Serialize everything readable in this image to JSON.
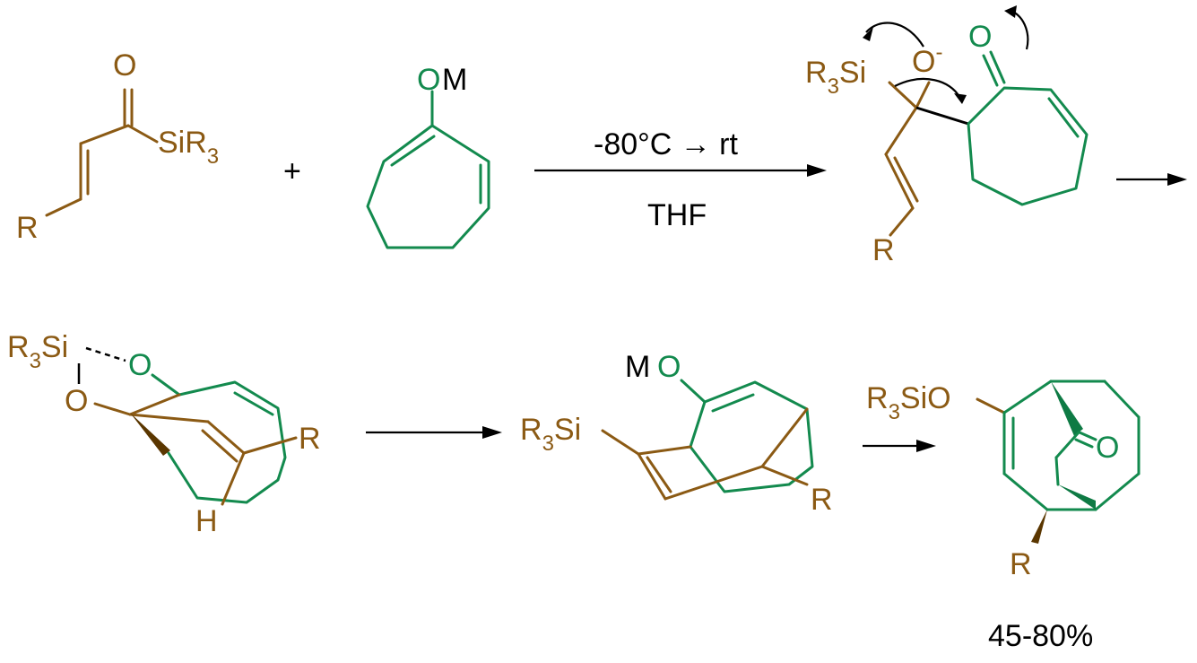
{
  "colors": {
    "reagent": "#8B5A14",
    "enolate": "#138A4E",
    "arrows": "#000000"
  },
  "reactant_1": {
    "carbonyl_o": "O",
    "silyl": "SiR",
    "silyl_sub": "3",
    "r_group": "R"
  },
  "plus_sign": "+",
  "reactant_2": {
    "enolate_o": "O",
    "enolate_m": "M"
  },
  "step_1": {
    "conditions_top": "-80°C → rt",
    "conditions_bottom": "THF"
  },
  "intermediate_1": {
    "silyl_r": "R",
    "silyl_sub": "3",
    "silyl_si": "Si",
    "alkoxide_o": "O",
    "alkoxide_charge": "-",
    "ketone_o": "O",
    "r_group": "R"
  },
  "intermediate_2": {
    "silyl_r": "R",
    "silyl_sub": "3",
    "silyl_si": "Si",
    "oxygen_1": "O",
    "oxygen_2": "O",
    "hydrogen": "H",
    "r_group": "R"
  },
  "intermediate_3": {
    "metal": "M",
    "enolate_o": "O",
    "silyl_r": "R",
    "silyl_sub": "3",
    "silyl_si": "Si",
    "r_group": "R"
  },
  "product": {
    "silyl_r": "R",
    "silyl_sub": "3",
    "silyl_rest": "SiO",
    "ketone_o": "O",
    "r_group": "R",
    "yield": "45-80%"
  }
}
